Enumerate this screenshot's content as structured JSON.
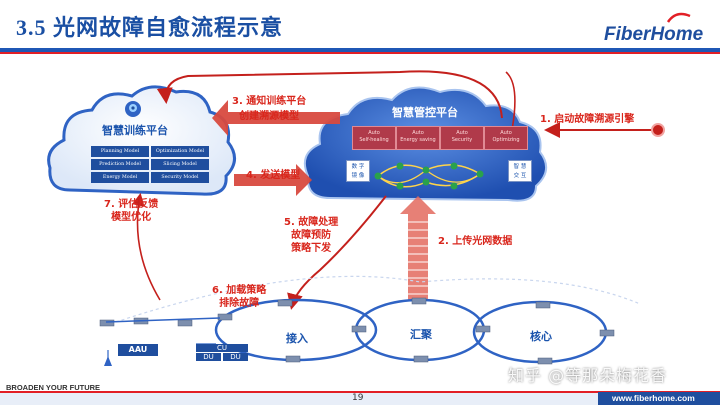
{
  "header": {
    "title": "3.5 光网故障自愈流程示意",
    "logo": "FiberHome"
  },
  "training_platform": {
    "title": "智慧训练平台",
    "models": [
      "Planning Model",
      "Optimization Model",
      "Prediction Model",
      "Slicing Model",
      "Energy Model",
      "Security Model"
    ]
  },
  "control_platform": {
    "title": "智慧管控平台",
    "autos": [
      {
        "line1": "Auto",
        "line2": "Self-healing"
      },
      {
        "line1": "Auto",
        "line2": "Energy saving"
      },
      {
        "line1": "Auto",
        "line2": "Security"
      },
      {
        "line1": "Auto",
        "line2": "Optimizing"
      }
    ],
    "left_box": {
      "line1": "数 字",
      "line2": "镜 像"
    },
    "right_box": {
      "line1": "智 慧",
      "line2": "交 互"
    }
  },
  "steps": {
    "s1": "1. 启动故障溯源引擎",
    "s2": "2. 上传光网数据",
    "s3_line1": "3. 通知训练平台",
    "s3_line2": "创建溯源模型",
    "s4": "4. 发送模型",
    "s5_line1": "5. 故障处理",
    "s5_line2": "故障预防",
    "s5_line3": "策略下发",
    "s6_line1": "6. 加载策略",
    "s6_line2": "排除故障",
    "s7_line1": "7. 评估反馈",
    "s7_line2": "模型优化"
  },
  "network": {
    "access": "接入",
    "aggregation": "汇聚",
    "core": "核心",
    "aau": "AAU",
    "cu": "CU",
    "du1": "DU",
    "du2": "DU"
  },
  "footer": {
    "slogan": "BROADEN YOUR FUTURE",
    "page": "19",
    "url": "www.fiberhome.com",
    "watermark": "知乎 @等那朵梅花香"
  },
  "colors": {
    "primary_blue": "#1f4e9e",
    "accent_red": "#e21f26",
    "cloud_blue": "#2f63c4",
    "arrow_red": "#c4201c"
  }
}
